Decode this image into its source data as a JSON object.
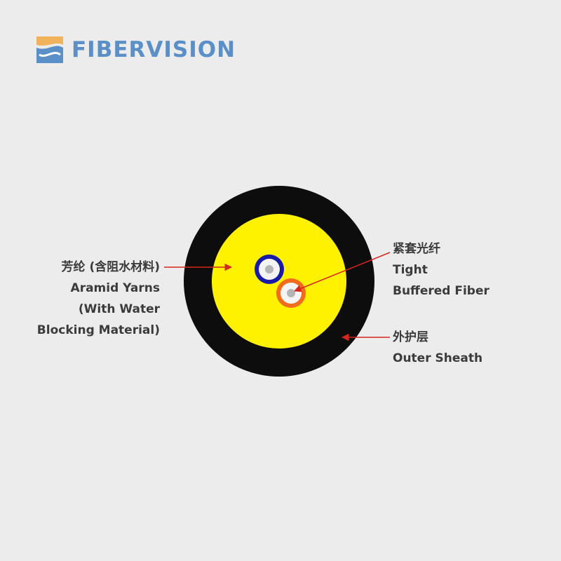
{
  "brand": {
    "name": "FIBERVISION",
    "logo_icon": "fibervision-logo-icon",
    "colors": {
      "text": "#5b8fc7",
      "icon_top": "#f0b25a",
      "icon_bottom": "#5b8fc7"
    }
  },
  "diagram": {
    "colors": {
      "outer_sheath": "#0d0d0d",
      "aramid": "#fff200",
      "fiber1_ring": "#1a1aa8",
      "fiber2_ring": "#f26a1b",
      "fiber_core": "#b5b5b5",
      "leader_arrow": "#d7261e"
    },
    "labels": {
      "aramid": {
        "cn": "芳纶 (含阻水材料)",
        "en_line1": "Aramid Yarns",
        "en_line2": "(With Water",
        "en_line3": "Blocking Material)"
      },
      "tight_buffered": {
        "cn": "紧套光纤",
        "en_line1": "Tight",
        "en_line2": "Buffered Fiber"
      },
      "outer_sheath": {
        "cn": "外护层",
        "en_line1": "Outer Sheath"
      }
    }
  }
}
